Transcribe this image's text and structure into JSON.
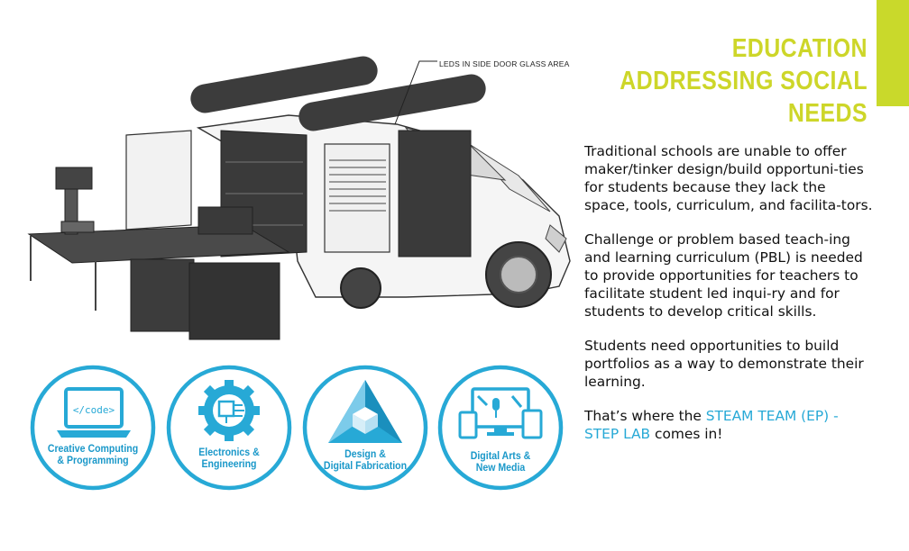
{
  "title": {
    "line1": "EDUCATION",
    "line2": "ADDRESSING SOCIAL",
    "line3": "NEEDS"
  },
  "van": {
    "callout": "LEDS IN SIDE DOOR GLASS AREA"
  },
  "paragraphs": {
    "p1": "Traditional schools are unable to offer maker/tinker design/build opportuni-ties for students because they lack the space, tools, curriculum, and facilita-tors.",
    "p2": "Challenge or problem based teach-ing and learning curriculum (PBL) is needed to provide opportunities for teachers to facilitate student led inqui-ry and for students to develop critical skills.",
    "p3": "Students need opportunities to build portfolios as a way to demonstrate their learning.",
    "p4_before": "That’s where the ",
    "p4_highlight": "STEAM TEAM (EP) - STEP LAB",
    "p4_after": " comes in!"
  },
  "badges": [
    {
      "line1": "Creative Computing",
      "line2": "& Programming",
      "icon": "laptop-code-icon",
      "code": "</code>"
    },
    {
      "line1": "Electronics &",
      "line2": "Engineering",
      "icon": "gear-circuit-icon"
    },
    {
      "line1": "Design &",
      "line2": "Digital Fabrication",
      "icon": "triangle-cube-icon"
    },
    {
      "line1": "Digital Arts &",
      "line2": "New Media",
      "icon": "devices-media-icon"
    }
  ],
  "colors": {
    "accent_yellow": "#cdd629",
    "accent_blue": "#27a9d6"
  }
}
